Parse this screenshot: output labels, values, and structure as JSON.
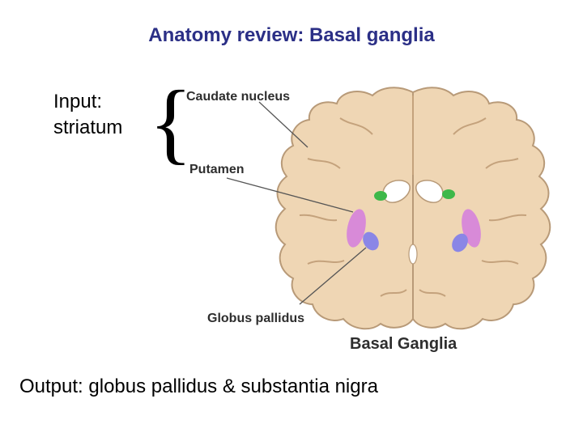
{
  "slide": {
    "title": "Anatomy review: Basal ganglia",
    "input_line1": "Input:",
    "input_line2": "striatum",
    "output": "Output: globus pallidus & substantia nigra"
  },
  "figure": {
    "caption": "Basal Ganglia",
    "labels": {
      "caudate": "Caudate nucleus",
      "putamen": "Putamen",
      "globus": "Globus pallidus"
    },
    "colors": {
      "tissue": "#efd6b4",
      "tissue_outline": "#b89a78",
      "caudate": "#3eb84a",
      "putamen": "#d88ad8",
      "globus_pallidus": "#8a86e6",
      "ventricle": "#ffffff",
      "title": "#2b2f86"
    }
  }
}
